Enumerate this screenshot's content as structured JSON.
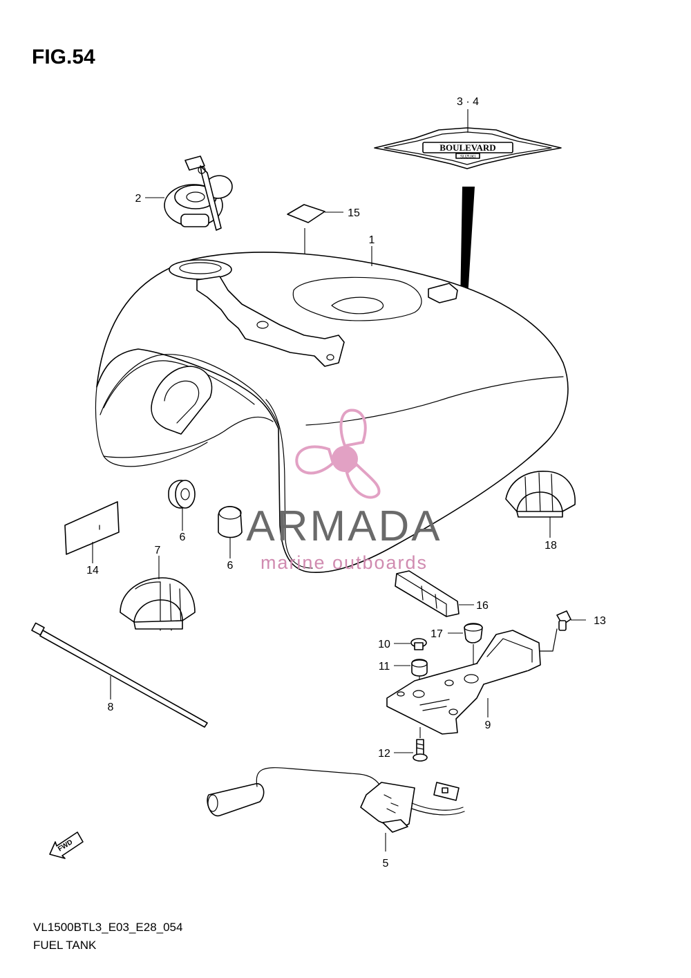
{
  "figure": {
    "title": "FIG.54"
  },
  "footer": {
    "code": "VL1500BTL3_E03_E28_054",
    "name": "FUEL TANK"
  },
  "emblem": {
    "text": "BOULEVARD",
    "brand": "SUZUKI"
  },
  "forward_arrow": {
    "label": "FWD"
  },
  "watermark": {
    "word": "ARMADA",
    "sub": "marine outboards",
    "color": "#e2a1c4"
  },
  "callouts": {
    "c1": "1",
    "c2": "2",
    "c34": "3 · 4",
    "c5": "5",
    "c6a": "6",
    "c6b": "6",
    "c7": "7",
    "c8": "8",
    "c9": "9",
    "c10": "10",
    "c11": "11",
    "c12": "12",
    "c13": "13",
    "c14": "14",
    "c15": "15",
    "c16": "16",
    "c17": "17",
    "c18": "18"
  }
}
